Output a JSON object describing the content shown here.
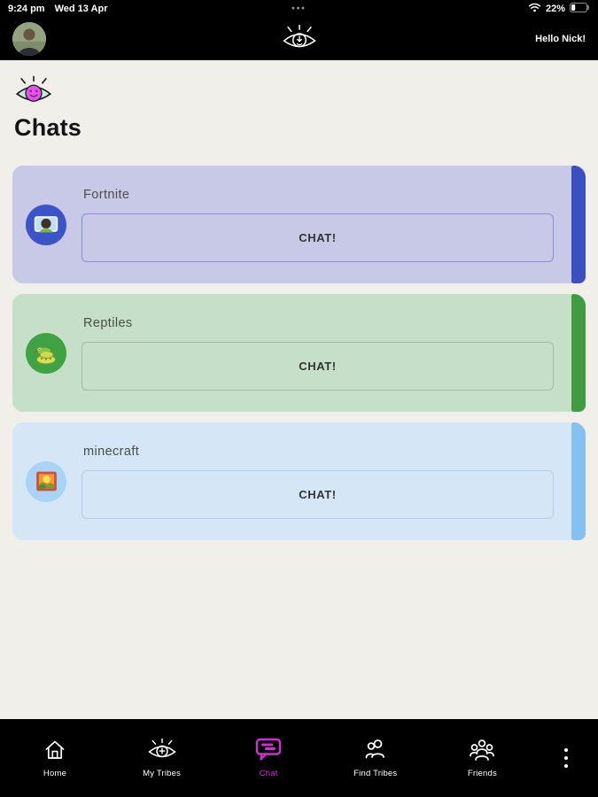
{
  "status_bar": {
    "time": "9:24 pm",
    "date": "Wed 13 Apr",
    "multitask_dots": "•••",
    "battery_percent": "22%"
  },
  "header": {
    "greeting": "Hello Nick!",
    "logo": "eye-logo"
  },
  "page": {
    "title": "Chats",
    "logo": "pink-eye-logo"
  },
  "cards": [
    {
      "title": "Fortnite",
      "button_label": "CHAT!",
      "icon": "person-on-screen-emoji",
      "colors": {
        "bg": "#c7c9e6",
        "accent_bar": "#3a4fc1",
        "icon_bg": "#3b55c9",
        "button_border": "#8a8fd8"
      }
    },
    {
      "title": "Reptiles",
      "button_label": "CHAT!",
      "icon": "snake-emoji",
      "colors": {
        "bg": "#c6dfc8",
        "accent_bar": "#3f9c43",
        "icon_bg": "#3fa344",
        "button_border": "#9dc0a0"
      }
    },
    {
      "title": "minecraft",
      "button_label": "CHAT!",
      "icon": "framed-picture-emoji",
      "colors": {
        "bg": "#d5e7f7",
        "accent_bar": "#85c1f0",
        "icon_bg": "#a9d4f6",
        "button_border": "#b0cfe9"
      }
    }
  ],
  "nav": {
    "active_color": "#cf30d4",
    "items": [
      {
        "label": "Home",
        "icon": "home-icon",
        "active": false
      },
      {
        "label": "My Tribes",
        "icon": "tribe-eye-icon",
        "active": false
      },
      {
        "label": "Chat",
        "icon": "chat-bubble-icon",
        "active": true
      },
      {
        "label": "Find Tribes",
        "icon": "people-pair-icon",
        "active": false
      },
      {
        "label": "Friends",
        "icon": "people-group-icon",
        "active": false
      }
    ]
  }
}
